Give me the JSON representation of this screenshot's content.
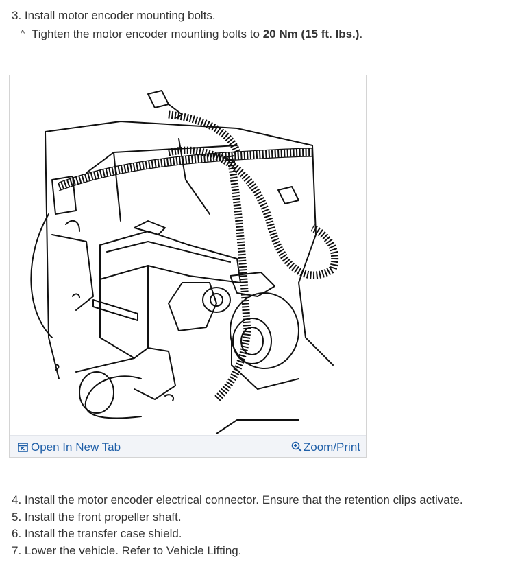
{
  "steps_top": {
    "step3": "3. Install motor encoder mounting bolts.",
    "step3_sub_prefix": "Tighten the motor encoder mounting bolts to ",
    "step3_sub_value": "20 Nm (15 ft. lbs.)",
    "step3_sub_suffix": ".",
    "caret": "^"
  },
  "figure": {
    "open_tab_label": "Open In New Tab",
    "zoom_label": "Zoom/Print",
    "open_tab_icon": "open-new-tab-icon",
    "zoom_icon": "magnifier-plus-icon",
    "link_color": "#1f5fa8"
  },
  "steps_bottom": [
    "4. Install the motor encoder electrical connector. Ensure that the retention clips activate.",
    "5. Install the front propeller shaft.",
    "6. Install the transfer case shield.",
    "7. Lower the vehicle. Refer to Vehicle Lifting."
  ]
}
